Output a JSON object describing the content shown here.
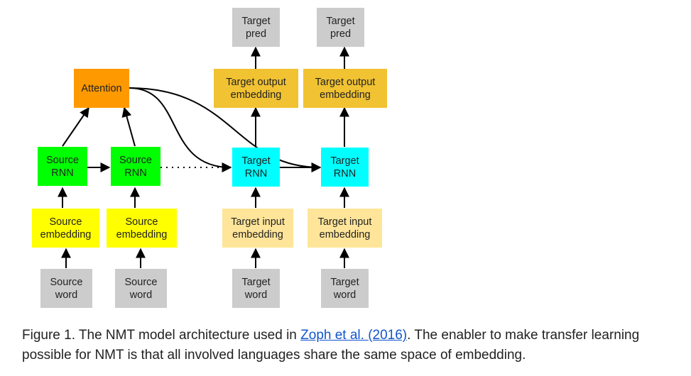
{
  "colors": {
    "grey": "#cccccc",
    "yellow": "#ffff00",
    "green": "#00ff00",
    "orange": "#ff9900",
    "cyan": "#00ffff",
    "light_orange": "#ffe599",
    "gold": "#f1c232",
    "link": "#1155cc"
  },
  "nodes": {
    "source_word_1": "Source\nword",
    "source_word_2": "Source\nword",
    "target_word_1": "Target\nword",
    "target_word_2": "Target\nword",
    "source_embedding_1": "Source\nembedding",
    "source_embedding_2": "Source\nembedding",
    "target_input_embedding_1": "Target input\nembedding",
    "target_input_embedding_2": "Target input\nembedding",
    "source_rnn_1": "Source\nRNN",
    "source_rnn_2": "Source\nRNN",
    "target_rnn_1": "Target\nRNN",
    "target_rnn_2": "Target\nRNN",
    "attention": "Attention",
    "target_output_embedding_1": "Target output\nembedding",
    "target_output_embedding_2": "Target output\nembedding",
    "target_pred_1": "Target\npred",
    "target_pred_2": "Target\npred"
  },
  "caption": {
    "prefix": "Figure 1. The NMT model architecture used in ",
    "link": "Zoph et al. (2016)",
    "suffix": ". The enabler to make transfer learning possible for NMT is that all involved languages share the same space of embedding."
  }
}
